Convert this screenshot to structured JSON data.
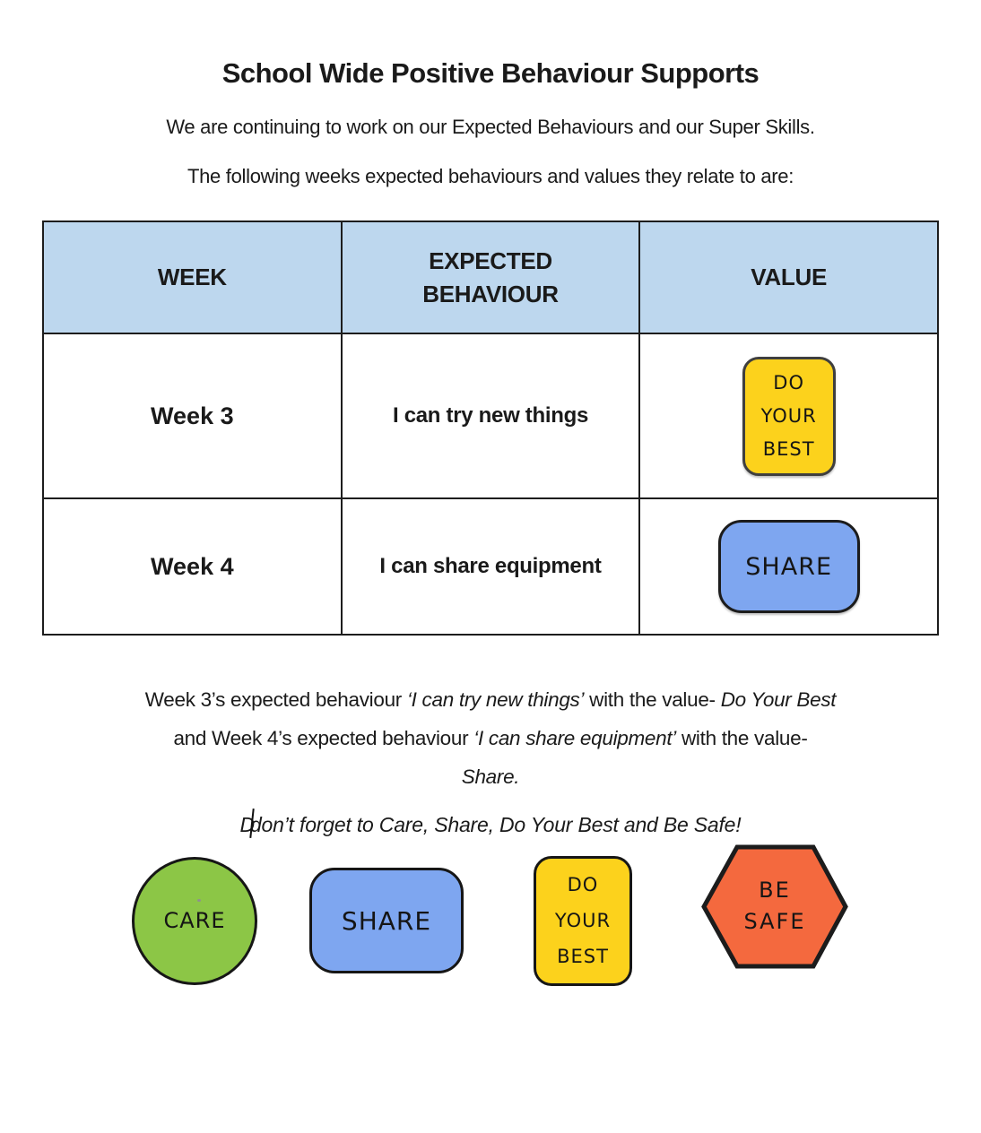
{
  "colors": {
    "table_header_bg": "#BDD7EE",
    "table_border": "#1d1d1d",
    "badge_yellow": "#FCD21C",
    "badge_blue": "#7EA6F0",
    "shape_green": "#8CC646",
    "shape_orange": "#F4693E",
    "text": "#1a1a1a"
  },
  "document": {
    "title": "School Wide Positive Behaviour Supports",
    "intro_line1": "We are continuing to work on our Expected Behaviours and our Super Skills.",
    "intro_line2": "The following weeks expected behaviours and values they relate to are:"
  },
  "table": {
    "headers": [
      "WEEK",
      "EXPECTED BEHAVIOUR",
      "VALUE"
    ],
    "rows": [
      {
        "week": "Week 3",
        "behaviour": "I can try new things",
        "badge": {
          "shape": "rounded-rectangle",
          "color": "#FCD21C",
          "lines": [
            "DO",
            "YOUR",
            "BEST"
          ]
        }
      },
      {
        "week": "Week 4",
        "behaviour": "I can share equipment",
        "badge": {
          "shape": "rounded-rectangle",
          "color": "#7EA6F0",
          "label": "SHARE"
        }
      }
    ]
  },
  "summary": {
    "parts": {
      "p0": "Week 3’s expected behaviour ",
      "p1": "‘I can try new things’",
      "p2": " with the value- ",
      "p3": "Do Your Best",
      "p4": "and Week 4’s expected behaviour ",
      "p5": "‘I can share equipment’",
      "p6": " with the value-",
      "p7": "Share."
    }
  },
  "reminder": {
    "before_cursor": "D",
    "after_cursor": "don’t forget to Care, Share, Do Your Best and Be Safe!"
  },
  "values_row": [
    {
      "shape": "circle",
      "color": "#8CC646",
      "label": "CARE"
    },
    {
      "shape": "rounded-rectangle",
      "color": "#7EA6F0",
      "label": "SHARE"
    },
    {
      "shape": "rounded-rectangle",
      "color": "#FCD21C",
      "lines": [
        "DO",
        "YOUR",
        "BEST"
      ]
    },
    {
      "shape": "hexagon",
      "color": "#F4693E",
      "lines": [
        "BE",
        "SAFE"
      ]
    }
  ]
}
